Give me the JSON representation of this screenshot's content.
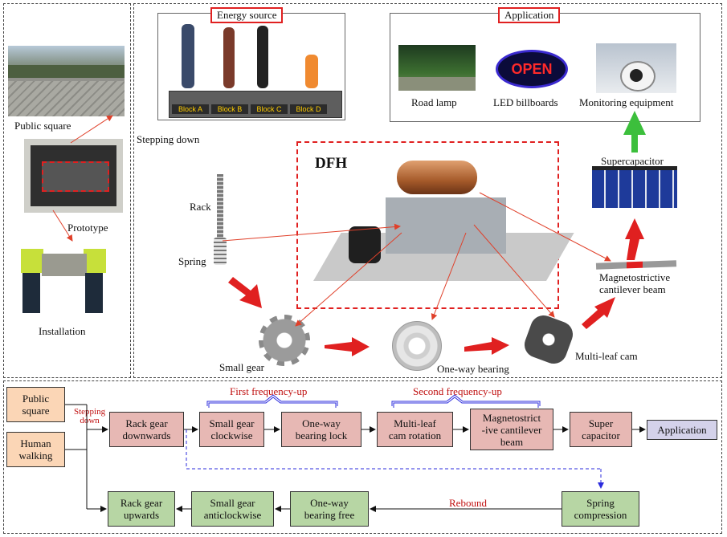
{
  "left_panel": {
    "public_square": "Public square",
    "prototype": "Prototype",
    "installation": "Installation"
  },
  "energy_source": {
    "title": "Energy source",
    "blocks": [
      "Block A",
      "Block B",
      "Block C",
      "Block D"
    ]
  },
  "application": {
    "title": "Application",
    "items": [
      "Road lamp",
      "LED billboards",
      "Monitoring equipment"
    ],
    "open_sign": "OPEN"
  },
  "mechanism": {
    "stepping_down": "Stepping down",
    "rack": "Rack",
    "spring": "Spring",
    "dfh": "DFH",
    "small_gear": "Small gear",
    "one_way_bearing": "One-way bearing",
    "multi_leaf_cam": "Multi-leaf cam",
    "magneto_line1": "Magnetostrictive",
    "magneto_line2": "cantilever beam",
    "supercapacitor": "Supercapacitor"
  },
  "flow": {
    "public_square": [
      "Public",
      "square"
    ],
    "human_walking": [
      "Human",
      "walking"
    ],
    "stepping_down": [
      "Stepping",
      "down"
    ],
    "rack_down": [
      "Rack gear",
      "downwards"
    ],
    "small_gear_cw": [
      "Small gear",
      "clockwise"
    ],
    "bearing_lock": [
      "One-way",
      "bearing lock"
    ],
    "cam_rotation": [
      "Multi-leaf",
      "cam rotation"
    ],
    "magneto": [
      "Magnetostrict",
      "-ive cantilever",
      "beam"
    ],
    "super_cap": [
      "Super",
      "capacitor"
    ],
    "application": "Application",
    "first_freq": "First frequency-up",
    "second_freq": "Second frequency-up",
    "spring_compression": [
      "Spring",
      "compression"
    ],
    "rebound": "Rebound",
    "bearing_free": [
      "One-way",
      "bearing free"
    ],
    "small_gear_acw": [
      "Small gear",
      "anticlockwise"
    ],
    "rack_up": [
      "Rack gear",
      "upwards"
    ]
  },
  "colors": {
    "flow_orange": "#fbd6b6",
    "flow_pink": "#e7b8b4",
    "flow_green": "#b7d6a4",
    "flow_lavender": "#d4d2ea",
    "accent_red": "#e02020"
  }
}
